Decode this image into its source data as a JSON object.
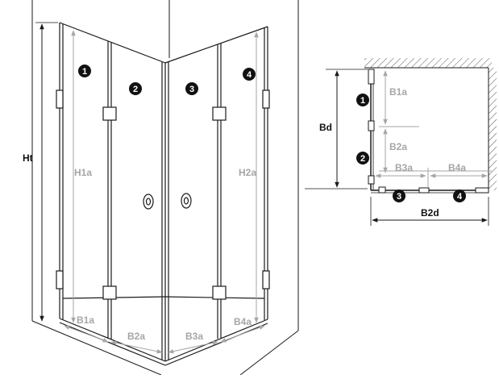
{
  "colors": {
    "line": "#1a1a1a",
    "dimension_grey": "#a6a6a6",
    "hatch": "#555555",
    "badge": "#111111",
    "badge_text": "#ffffff"
  },
  "perspective": {
    "height_label": "Ht",
    "panel_height_left": "H1a",
    "panel_height_right": "H2a",
    "bottom_widths": [
      "B1a",
      "B2a",
      "B3a",
      "B4a"
    ],
    "panel_numbers": [
      "1",
      "2",
      "3",
      "4"
    ]
  },
  "plan": {
    "depth_label": "Bd",
    "width_label": "B2d",
    "depth_segments": [
      "B1a",
      "B2a"
    ],
    "width_segments": [
      "B3a",
      "B4a"
    ],
    "panel_numbers": [
      "1",
      "2",
      "3",
      "4"
    ]
  }
}
